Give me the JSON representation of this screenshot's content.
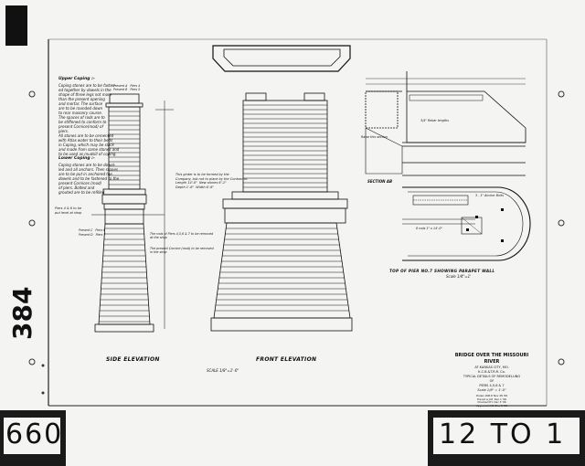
{
  "sheet": {
    "frame_number": "384",
    "film_label_left": "660",
    "film_label_right": "12 TO 1",
    "views": {
      "side": "SIDE ELEVATION",
      "front": "FRONT ELEVATION",
      "top": "TOP OF PIER NO.7 SHOWING PARAPET WALL",
      "top_scale": "Scale 1/4\"=1'",
      "section": "SECTION AB",
      "scale": "SCALE 1/8\"=1'-0\""
    },
    "title_block": {
      "line1": "BRIDGE OVER THE MISSOURI RIVER",
      "line2": "AT KANSAS CITY, MO.",
      "line3": "K.C.B.&T.R.R. Co.",
      "line4": "TYPICAL DETAILS OF REMODELLING",
      "line5": "OF",
      "line6": "PIERS 4,5,6 & 7",
      "line7": "Scale 1/8\" = 1'-0\""
    },
    "notes": {
      "upper_heading": "Upper Coping :-",
      "upper_body": "Coping stones are to be fasten-\ned together by dowels in the\nshape of three legs not more\nthan the present opening\nand mortar. The surface\nare to be rounded down\nto rear masonry course.\nThe spaces of rods are to\nbe stiffened to conform to\npresent Cornice(mod) of\npiers.\nAll stones are to be cemented\nwith Atlas water to their beds\nin Coping, which may be slack\nand made from same stones and\nto be used as mudsill of coping.",
      "lower_heading": "Lower Coping :-",
      "lower_body": "Coping stones are to be dowel-\nled and all anchors. Then stones\nare to be put in anchored the\ndowels and to be fastened to the\npresent Cornices (mod)\nof piers. Bolted and\ngrouted are to be refilled.",
      "girder_note": "This girder is to be formed by the\nCompany, but not to place by the Contractor.\nLength 14'-0\"  New stones 6'-1\"\nDepth 1'-6\"  Width 6'-6\"",
      "middle_note": "The rods of Piers 4,5,6 & 7 to be removed\nat the shop",
      "lower_middle_note": "The present Cornice (mod) to be removed\nin the shop",
      "small_left_note": "Piers 4 & 6 to be\nput level at shop",
      "dim_labels": [
        "Present A   Piers 4",
        "Present B   Piers 5",
        "Present C   Piers 6",
        "Present D   Piers 7"
      ],
      "plan_note1": "3/4\" Rebar lengths",
      "plan_note2": "3 - 1\" Anchor Bolts",
      "plan_note3": "8 rods 1\" x 14'-0\"",
      "plan_note4": "Raise this section",
      "sign_rows": [
        "Drawn  W.B.P.  Nov 28 '06",
        "Traced  A.J.M.  Dec 1 '06",
        "Checked  P.Y.  Dec 3 '06",
        "Approved  A.R.  Dec 5 '06"
      ]
    }
  }
}
